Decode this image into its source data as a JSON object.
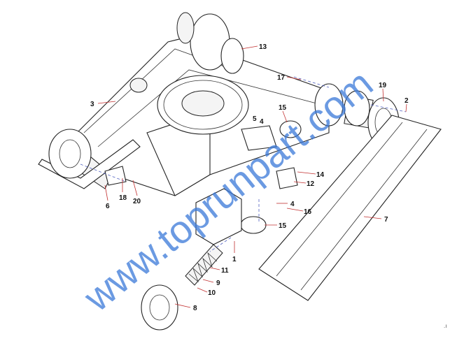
{
  "diagram": {
    "watermark": "www.toprunpart.com",
    "labels": [
      "13",
      "17",
      "19",
      "2",
      "3",
      "15",
      "5",
      "4",
      "14",
      "12",
      "4",
      "16",
      "15",
      "7",
      "1",
      "11",
      "9",
      "10",
      "8",
      "6",
      "18",
      "20"
    ],
    "corner_mark": ".ı"
  }
}
